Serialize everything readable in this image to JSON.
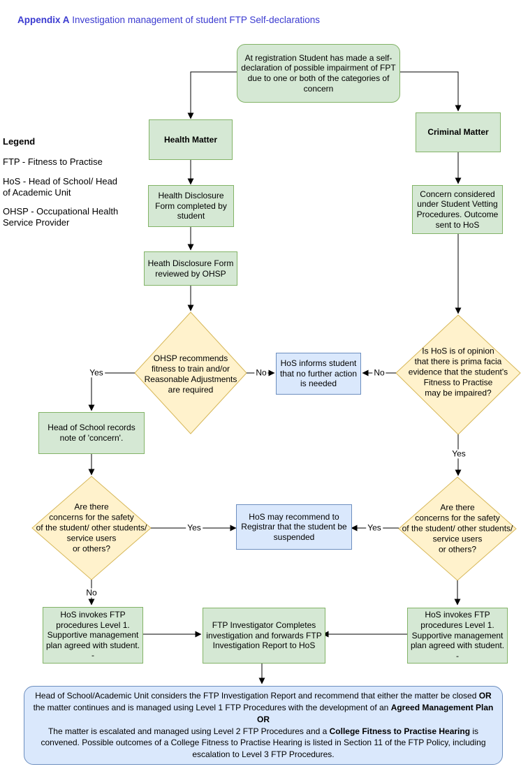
{
  "title": {
    "bold": "Appendix A",
    "rest": " Investigation management of student FTP Self-declarations"
  },
  "legend": {
    "heading": "Legend",
    "items": [
      "FTP - Fitness to Practise",
      "HoS - Head of School/ Head\nof Academic Unit",
      "OHSP - Occupational Health\nService Provider"
    ]
  },
  "colors": {
    "green_fill": "#d5e8d4",
    "green_border": "#82b366",
    "yellow_fill": "#fff2cc",
    "yellow_border": "#d6b656",
    "blue_fill": "#dae8fc",
    "blue_border": "#6c8ebf",
    "title_color": "#3a3ad0"
  },
  "nodes": {
    "start": "At registration Student has made a self-\ndeclaration of possible impairment of FPT\ndue to one or both of the categories of\nconcern",
    "health_matter": "Health Matter",
    "criminal_matter": "Criminal Matter",
    "health_disclosure": "Health Disclosure\nForm completed by\nstudent",
    "heath_reviewed": "Heath Disclosure Form\nreviewed by OHSP",
    "concern_considered": "Concern considered\nunder Student Vetting\nProcedures. Outcome\nsent to HoS",
    "ohsp_diamond": "OHSP recommends\nfitness to train and/or\nReasonable Adjustments\nare required",
    "hos_informs": "HoS informs student\nthat no further action\nis needed",
    "prima_facia_diamond": "Is HoS is of opinion\nthat there is prima facia\nevidence that the student's\nFitness to Practise\nmay be impaired?",
    "head_records": "Head of School records\nnote of 'concern'.",
    "safety_left_diamond": "Are there\nconcerns for the safety\nof the student/ other students/\nservice users\nor others?",
    "safety_right_diamond": "Are there\nconcerns for the safety\nof the student/ other students/\nservice users\nor others?",
    "hos_recommend": "HoS may recommend to\nRegistrar that the student be\nsuspended",
    "hos_invokes_left": "HoS invokes FTP\nprocedures Level 1.\nSupportive management\nplan agreed with student.\n-",
    "ftp_investigator": "FTP Investigator Completes\ninvestigation and forwards FTP\nInvestigation Report to HoS",
    "hos_invokes_right": "HoS invokes FTP\nprocedures Level 1.\nSupportive management\nplan agreed with student.\n-"
  },
  "final": {
    "p1": "Head of School/Academic Unit considers the FTP Investigation Report and recommend that either the matter be closed ",
    "b1": "OR",
    "p2": " the matter continues and is managed using Level 1 FTP Procedures with the development of an ",
    "b2": "Agreed Management Plan",
    "b3": "OR",
    "p3": "The matter is escalated and managed using Level 2 FTP Procedures and a ",
    "b4": "College Fitness to Practise Hearing",
    "p4": " is convened. Possible outcomes of a College Fitness to Practise Hearing is listed in Section 11 of the FTP Policy, including escalation to Level 3 FTP Procedures."
  },
  "labels": {
    "yes": "Yes",
    "no": "No"
  }
}
